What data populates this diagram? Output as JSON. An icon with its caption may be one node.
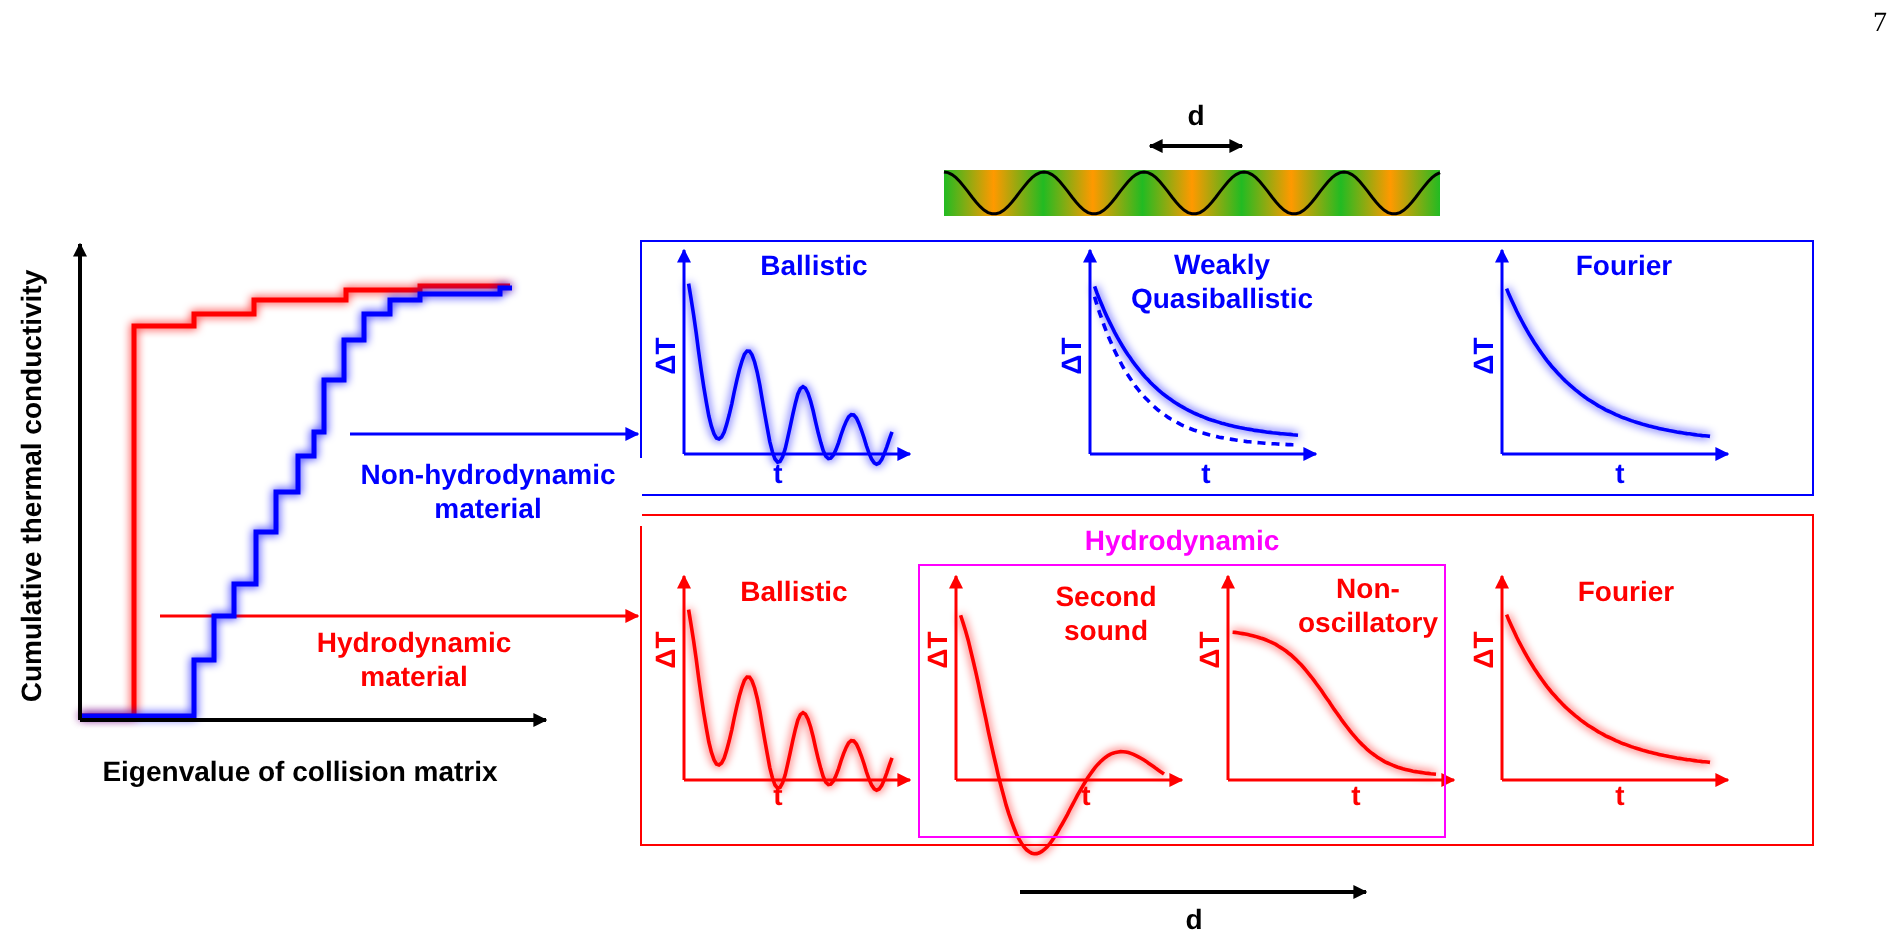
{
  "diagram": {
    "nodes": [
      {
        "text": [],
        "shape": "box"
      },
      {
        "text": [],
        "shape": "box"
      },
      {
        "text": [
          "Hydrodynamic"
        ],
        "in": 1
      }
    ],
    "edges": [
      {
        "from": null,
        "to": 0,
        "arrow": "to",
        "label": "Non-hydrodynamic material",
        "color": "#0000ff"
      },
      {
        "from": null,
        "to": 1,
        "arrow": "to",
        "label": "Hydrodynamic material",
        "color": "#ff0000"
      }
    ],
    "labels": [
      "7",
      "d",
      "Cumulative thermal conductivity",
      "Ballistic",
      "ΔT",
      "t",
      "Weakly Quasiballistic",
      "ΔT",
      "t",
      "Fourier",
      "ΔT",
      "t",
      "Eigenvalue of collision matrix",
      "Ballistic",
      "ΔT",
      "t",
      "Second sound",
      "ΔT",
      "t",
      "Non-oscillatory",
      "ΔT",
      "t",
      "Fourier",
      "ΔT",
      "t",
      "d"
    ]
  }
}
